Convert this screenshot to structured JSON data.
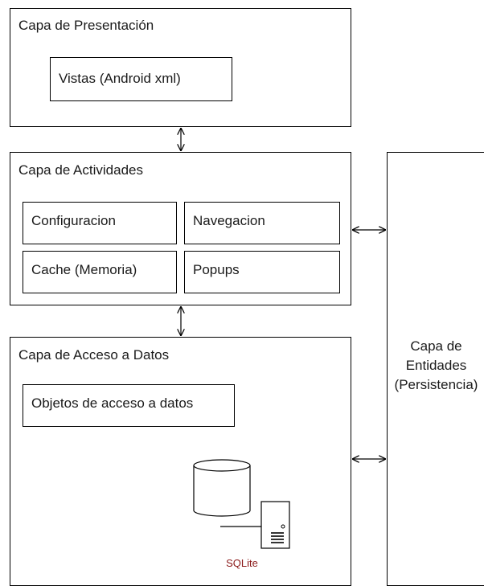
{
  "presentation": {
    "title": "Capa de Presentación",
    "views": "Vistas (Android xml)"
  },
  "activities": {
    "title": "Capa de Actividades",
    "config": "Configuracion",
    "navigation": "Navegacion",
    "cache": "Cache (Memoria)",
    "popups": "Popups"
  },
  "data_access": {
    "title": "Capa de Acceso a Datos",
    "dao": "Objetos de acceso a datos",
    "db_label": "SQLite",
    "db_label_color": "#8b1a1a"
  },
  "entities": {
    "line1": "Capa de",
    "line2": "Entidades",
    "line3": "(Persistencia)"
  }
}
